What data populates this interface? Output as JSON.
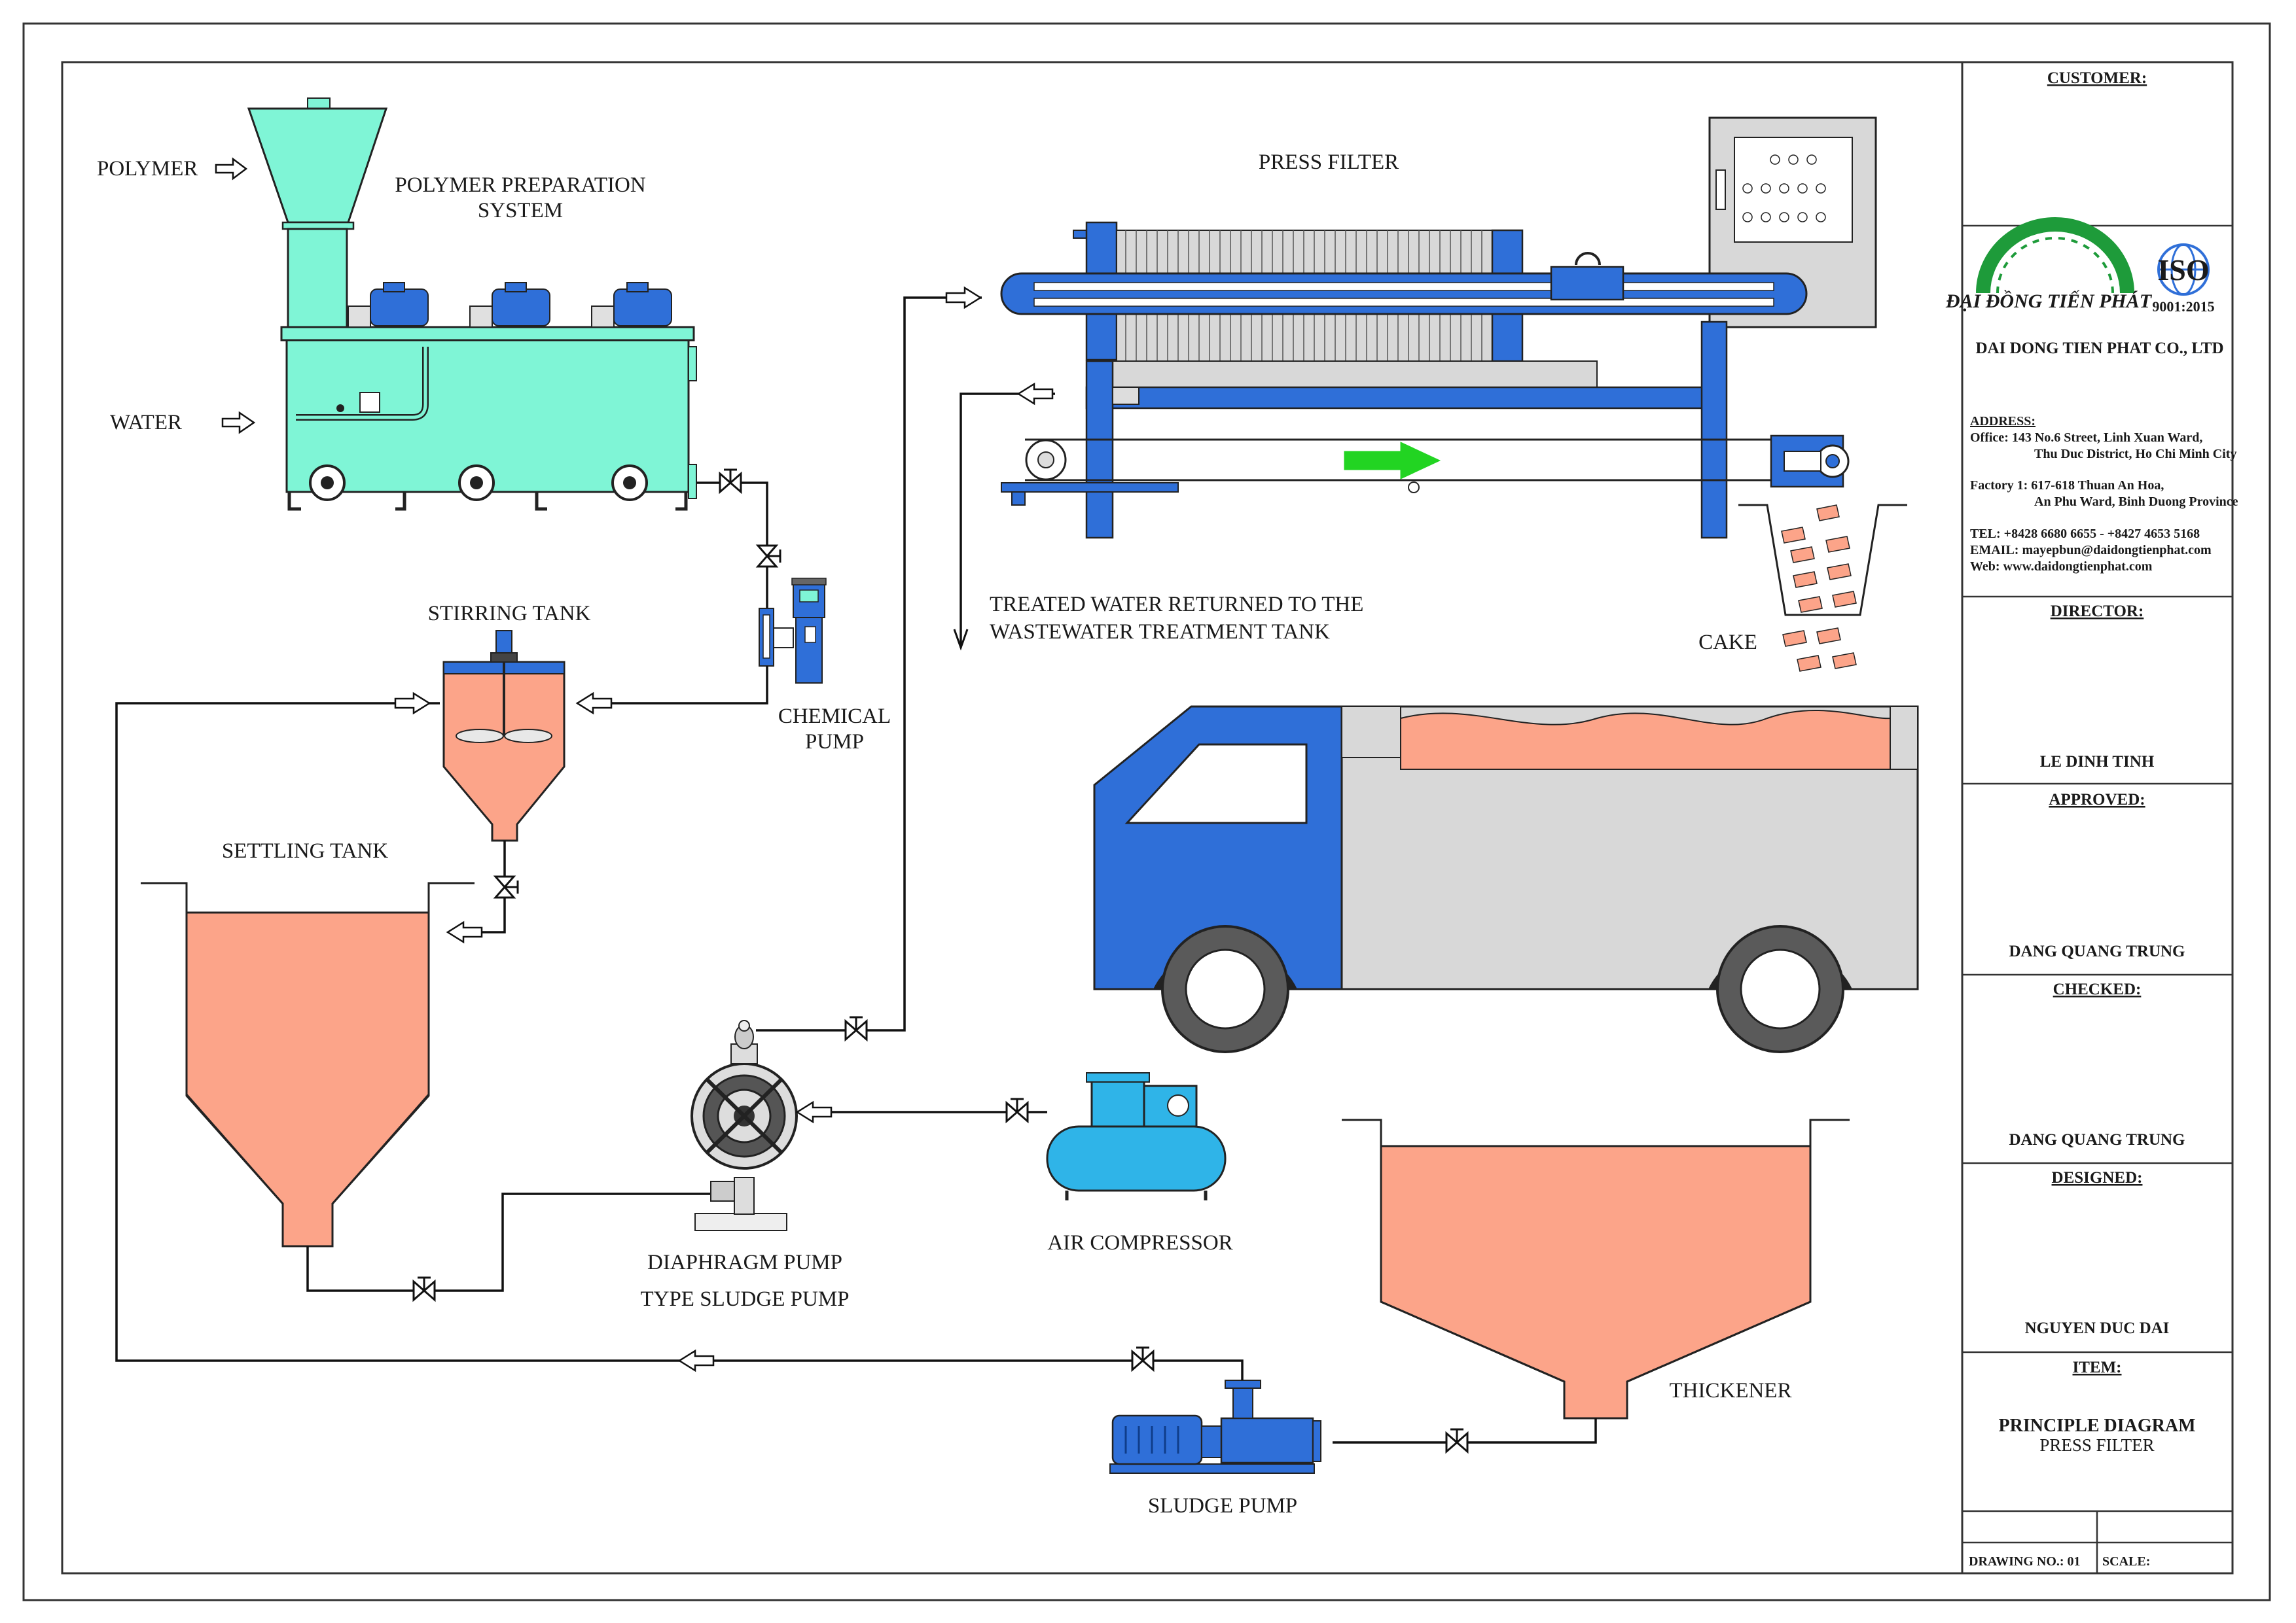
{
  "labels": {
    "polymer": "POLYMER",
    "water": "WATER",
    "polymer_system_1": "POLYMER PREPARATION",
    "polymer_system_2": "SYSTEM",
    "press_filter": "PRESS FILTER",
    "treated_water_1": "TREATED WATER RETURNED TO THE",
    "treated_water_2": "WASTEWATER TREATMENT TANK",
    "cake": "CAKE",
    "stirring_tank": "STIRRING TANK",
    "chemical_pump_1": "CHEMICAL",
    "chemical_pump_2": "PUMP",
    "settling_tank": "SETTLING TANK",
    "diaphragm_pump_1": "DIAPHRAGM PUMP",
    "diaphragm_pump_2": "TYPE SLUDGE PUMP",
    "air_compressor": "AIR COMPRESSOR",
    "thickener": "THICKENER",
    "sludge_pump": "SLUDGE PUMP"
  },
  "title_block": {
    "customer_heading": "CUSTOMER:",
    "logo_text": "ĐẠI ĐỒNG TIẾN PHÁT",
    "iso_text": "ISO",
    "iso_number": "9001:2015",
    "company_name": "DAI DONG TIEN PHAT CO., LTD",
    "address_heading": "ADDRESS:",
    "address_lines": [
      "Office: 143 No.6 Street, Linh Xuan Ward,",
      "Thu Duc District, Ho Chi Minh City",
      "Factory 1: 617-618 Thuan An Hoa,",
      "An Phu Ward, Binh Duong Province",
      "TEL:   +8428 6680 6655 - +8427 4653 5168",
      "EMAIL: mayepbun@daidongtienphat.com",
      "Web: www.daidongtienphat.com"
    ],
    "director_heading": "DIRECTOR:",
    "director_name": "LE DINH TINH",
    "approved_heading": "APPROVED:",
    "approved_name": "DANG QUANG TRUNG",
    "checked_heading": "CHECKED:",
    "checked_name": "DANG QUANG TRUNG",
    "designed_heading": "DESIGNED:",
    "designed_name": "NGUYEN DUC DAI",
    "item_heading": "ITEM:",
    "item_title": "PRINCIPLE DIAGRAM",
    "item_subtitle": "PRESS FILTER",
    "drawing_no": "DRAWING NO.: 01",
    "scale": "SCALE:"
  },
  "colors": {
    "aqua": "#7ff5d6",
    "sludge": "#fca489",
    "blue": "#2f6fd8",
    "truck_body": "#d8d8d8",
    "green_logo": "#1e9b3a",
    "arrow_green": "#22d422"
  }
}
